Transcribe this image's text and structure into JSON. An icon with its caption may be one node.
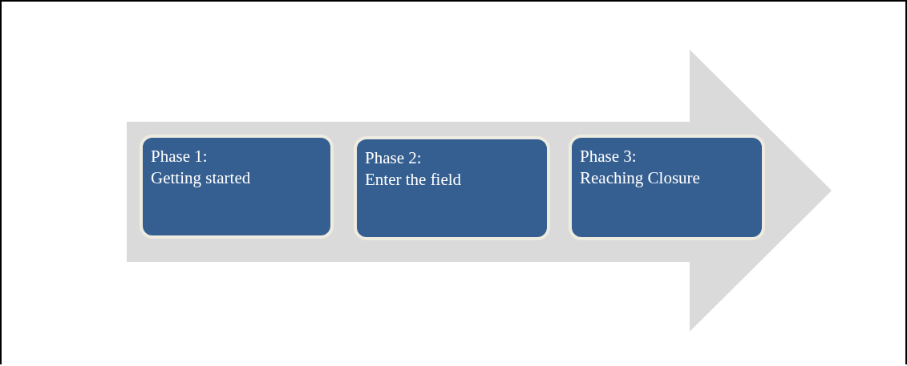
{
  "diagram": {
    "nodes": [
      {
        "text": [],
        "shape": "arrow"
      },
      {
        "text": [
          "Phase 1:",
          "Getting started"
        ],
        "in": 0
      },
      {
        "text": [
          "Phase 2:",
          "Enter the field"
        ],
        "in": 0
      },
      {
        "text": [
          "Phase 3:",
          "Reaching Closure"
        ],
        "in": 0
      }
    ]
  }
}
